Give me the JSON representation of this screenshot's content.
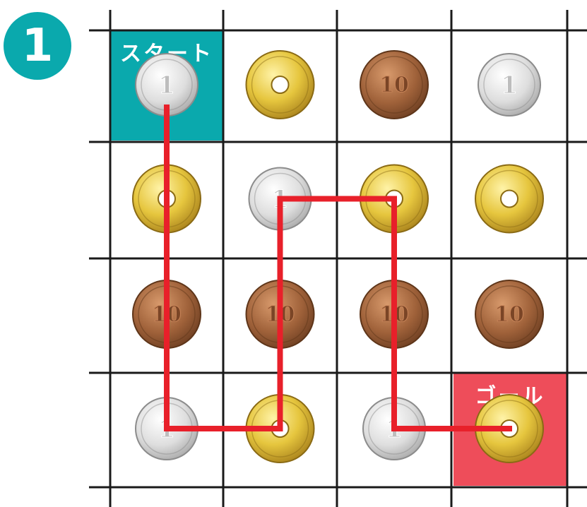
{
  "puzzle": {
    "number": "1",
    "start_label": "スタート",
    "goal_label": "ゴール"
  },
  "colors": {
    "teal": "#0aa9ad",
    "goal_red": "#ee4d5a",
    "path_red": "#e8202a",
    "grid": "#1a1a1a",
    "gold": "#e3c13a",
    "copper": "#a0623a",
    "silver": "#d9d9d9"
  },
  "board": {
    "rows": 4,
    "cols": 4,
    "coins": [
      [
        "1 yen",
        "5 yen",
        "10 yen",
        "1 yen"
      ],
      [
        "5 yen",
        "1 yen",
        "5 yen",
        "5 yen"
      ],
      [
        "10 yen",
        "10 yen",
        "10 yen",
        "10 yen"
      ],
      [
        "1 yen",
        "5 yen",
        "1 yen",
        "5 yen"
      ]
    ],
    "start": [
      0,
      0
    ],
    "goal": [
      3,
      3
    ],
    "solution_path": [
      [
        0,
        0
      ],
      [
        1,
        0
      ],
      [
        2,
        0
      ],
      [
        3,
        0
      ],
      [
        3,
        1
      ],
      [
        2,
        1
      ],
      [
        1,
        1
      ],
      [
        1,
        2
      ],
      [
        2,
        2
      ],
      [
        3,
        2
      ],
      [
        3,
        3
      ]
    ]
  },
  "coin_faces": {
    "1 yen": "1",
    "5 yen": "",
    "10 yen": "10"
  }
}
